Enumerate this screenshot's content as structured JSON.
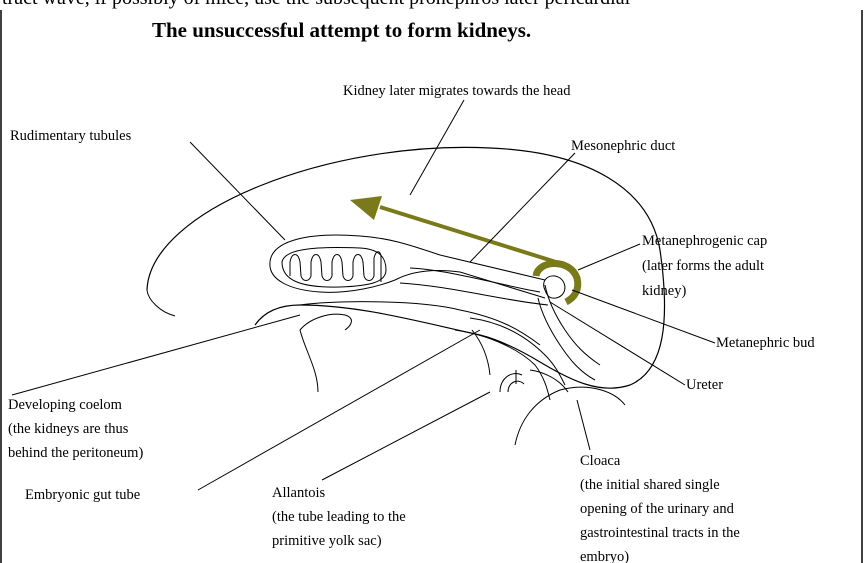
{
  "top_text": "tract wave, if possibly of mice, use the subsequent pronephros later pericardial",
  "title": "The unsuccessful attempt to form kidneys.",
  "labels": {
    "kidney_migrates": "Kidney later migrates towards the head",
    "rudimentary_tubules": "Rudimentary tubules",
    "mesonephric_duct": "Mesonephric duct",
    "metanephrogenic_cap": [
      "Metanephrogenic cap",
      "(later forms the adult",
      "kidney)"
    ],
    "metanephric_bud": "Metanephric bud",
    "ureter": "Ureter",
    "developing_coelom": [
      "Developing coelom",
      "(the kidneys are thus",
      "behind the peritoneum)"
    ],
    "embryonic_gut_tube": "Embryonic gut tube",
    "allantois": [
      "Allantois",
      "(the tube leading to the",
      "primitive yolk sac)"
    ],
    "cloaca": [
      "Cloaca",
      "(the initial shared single",
      "opening of the urinary and",
      "gastrointestinal tracts in the",
      "embryo)"
    ]
  },
  "colors": {
    "arrow": "#7a7a1a",
    "line": "#000000"
  }
}
